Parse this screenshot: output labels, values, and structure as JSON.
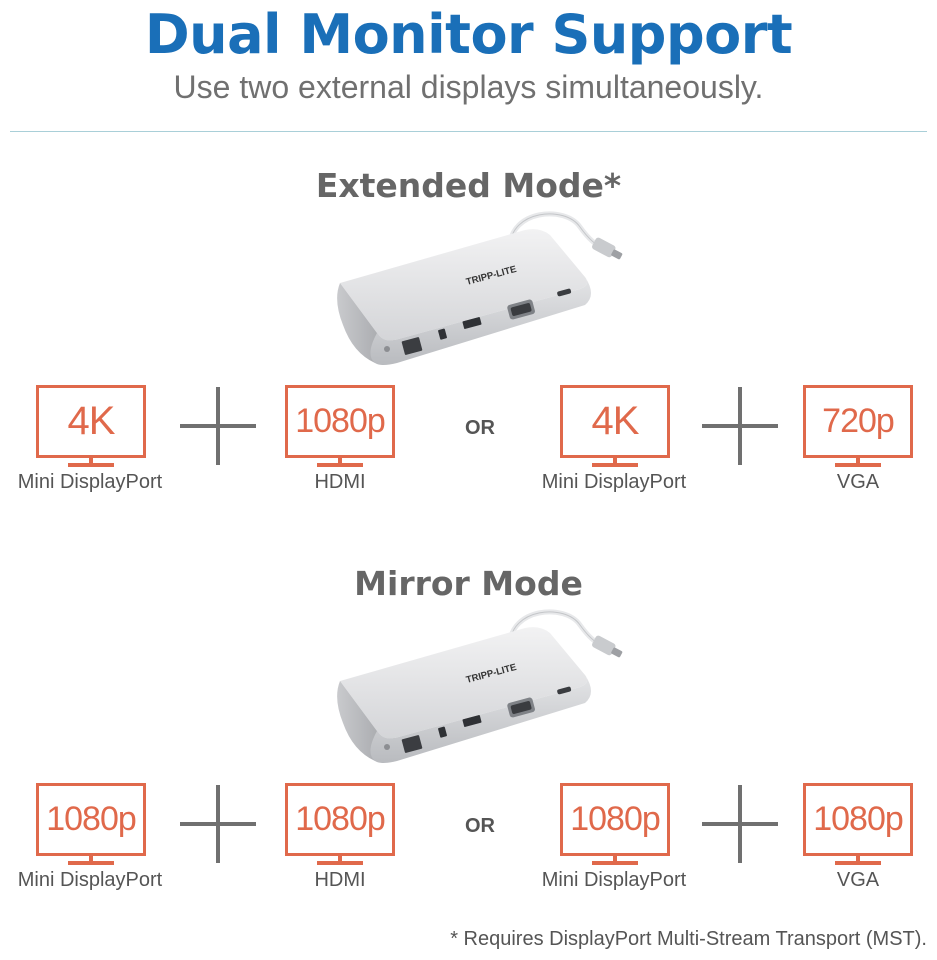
{
  "header": {
    "title": "Dual Monitor Support",
    "subtitle": "Use two external displays simultaneously."
  },
  "sections": [
    {
      "title": "Extended Mode*",
      "brand": "TRIPP-LITE",
      "or_label": "OR",
      "monitors": [
        {
          "resolution": "4K",
          "port": "Mini DisplayPort"
        },
        {
          "resolution": "1080p",
          "port": "HDMI"
        },
        {
          "resolution": "4K",
          "port": "Mini DisplayPort"
        },
        {
          "resolution": "720p",
          "port": "VGA"
        }
      ]
    },
    {
      "title": "Mirror Mode",
      "brand": "TRIPP-LITE",
      "or_label": "OR",
      "monitors": [
        {
          "resolution": "1080p",
          "port": "Mini DisplayPort"
        },
        {
          "resolution": "1080p",
          "port": "HDMI"
        },
        {
          "resolution": "1080p",
          "port": "Mini DisplayPort"
        },
        {
          "resolution": "1080p",
          "port": "VGA"
        }
      ]
    }
  ],
  "footnote": "* Requires DisplayPort Multi-Stream Transport (MST).",
  "colors": {
    "title_blue": "#1a6fb8",
    "monitor_orange": "#e0694b",
    "text_gray": "#555555",
    "divider": "#a9cfd8"
  },
  "icons": [
    "usb-c-dock-icon",
    "monitor-icon",
    "plus-icon"
  ]
}
